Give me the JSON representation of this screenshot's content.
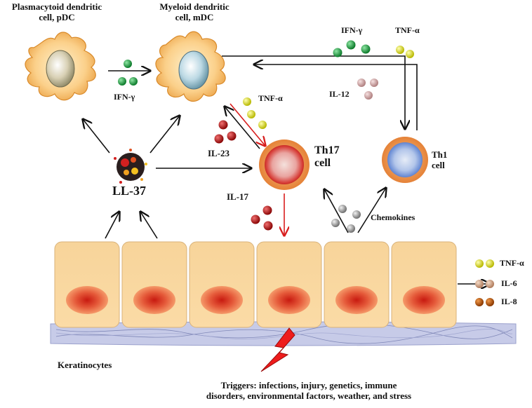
{
  "cells": {
    "pdc": {
      "line1": "Plasmacytoid dendritic",
      "line2": "cell, pDC"
    },
    "mdc": {
      "line1": "Myeloid dendritic",
      "line2": "cell, mDC"
    },
    "th17": {
      "line1": "Th17",
      "line2": "cell"
    },
    "th1": {
      "line1": "Th1",
      "line2": "cell"
    },
    "ll37": "LL-37",
    "keratinocytes": "Keratinocytes"
  },
  "cytokines": {
    "ifn_g_mid": "IFN-γ",
    "ifn_g_top": "IFN-γ",
    "tnf_top": "TNF-α",
    "tnf_mdc": "TNF-α",
    "il12": "IL-12",
    "il23": "IL-23",
    "il17": "IL-17",
    "chemokines": "Chemokines"
  },
  "legend": [
    {
      "label": "TNF-α",
      "color": "#e6e600"
    },
    {
      "label": "IL-6",
      "color": "#d9a58a"
    },
    {
      "label": "IL-8",
      "color": "#c65a12"
    }
  ],
  "triggers": {
    "line1": "Triggers: infections, injury, genetics, immune",
    "line2": "disorders, environmental factors, weather, and stress"
  },
  "colors": {
    "ifn": "#1e9e3c",
    "tnf": "#e6e600",
    "il12": "#d9a6a6",
    "il23": "#b00f0f",
    "il17": "#c01010",
    "chemokine": "#9a9a9a",
    "keratinocyte": "#f7d49a",
    "nucleus": "#e0503a",
    "basement": "#c7cbe8",
    "arrow_red": "#d81e1e",
    "bolt": "#ee1c1c"
  }
}
